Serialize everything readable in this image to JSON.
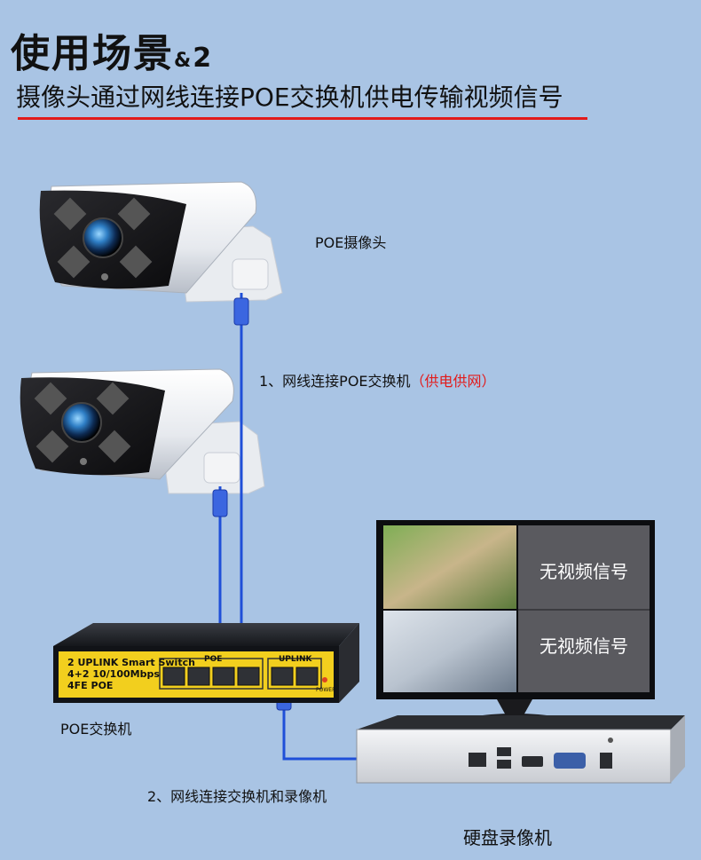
{
  "header": {
    "title": "使用场景",
    "title_suffix": "&",
    "title_number": "2",
    "subtitle": "摄像头通过网线连接POE交换机供电传输视频信号"
  },
  "labels": {
    "poe_camera": "POE摄像头",
    "step1_text": "1、网线连接POE交换机",
    "step1_note": "（供电供网）",
    "poe_switch": "POE交换机",
    "step2_text": "2、网线连接交换机和录像机",
    "nvr": "硬盘录像机"
  },
  "switch_panel": {
    "line1": "2 UPLINK Smart Switch",
    "line2": "4+2 10/100Mbps",
    "line3": "4FE POE",
    "poe_tag": "POE",
    "uplink_tag": "UPLINK",
    "power_tag": "POWER"
  },
  "monitor": {
    "no_signal_1": "无视频信号",
    "no_signal_2": "无视频信号"
  },
  "colors": {
    "background": "#a9c4e4",
    "accent_red": "#e21b1b",
    "cable_blue": "#1f4fd8",
    "switch_yellow": "#f2cf1e"
  }
}
